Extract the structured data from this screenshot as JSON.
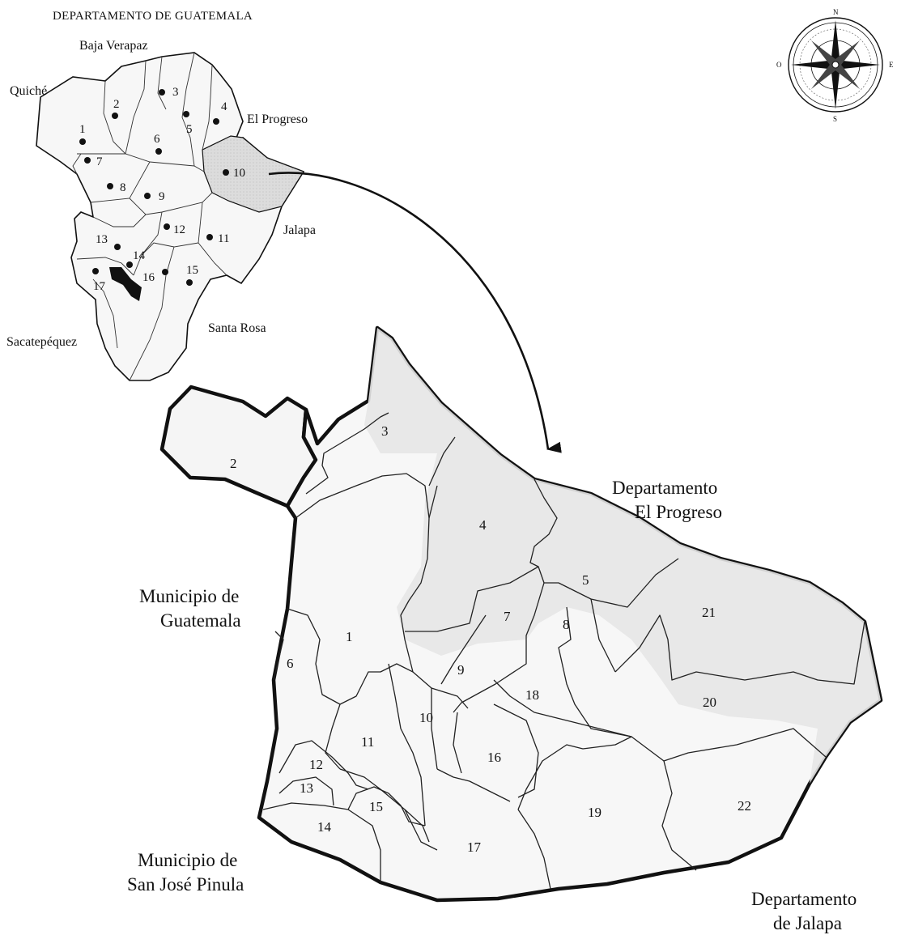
{
  "inset": {
    "title": "DEPARTAMENTO DE GUATEMALA",
    "neighbors": {
      "baja_verapaz": "Baja Verapaz",
      "quiche": "Quiché",
      "el_progreso": "El Progreso",
      "jalapa": "Jalapa",
      "santa_rosa": "Santa Rosa",
      "sacatepequez": "Sacatepéquez"
    },
    "municipio_numbers": [
      "1",
      "2",
      "3",
      "4",
      "5",
      "6",
      "7",
      "8",
      "9",
      "10",
      "11",
      "12",
      "13",
      "14",
      "15",
      "16",
      "17"
    ],
    "highlighted": "10"
  },
  "main_map": {
    "neighbors": {
      "el_progreso_line1": "Departamento",
      "el_progreso_line2": "El Progreso",
      "guatemala_line1": "Municipio de",
      "guatemala_line2": "Guatemala",
      "san_jose_line1": "Municipio de",
      "san_jose_line2": "San José Pinula",
      "jalapa_line1": "Departamento",
      "jalapa_line2": "de Jalapa"
    },
    "zone_numbers": [
      "1",
      "2",
      "3",
      "4",
      "5",
      "6",
      "7",
      "8",
      "9",
      "10",
      "11",
      "12",
      "13",
      "14",
      "15",
      "16",
      "17",
      "18",
      "19",
      "20",
      "21",
      "22"
    ]
  },
  "compass": {
    "north": "N",
    "south": "S",
    "east": "E",
    "west": "O"
  },
  "colors": {
    "highlight": "#c9c9c9",
    "land": "#f7f7f7",
    "shaded": "#d8d8d8",
    "border": "#111111"
  }
}
